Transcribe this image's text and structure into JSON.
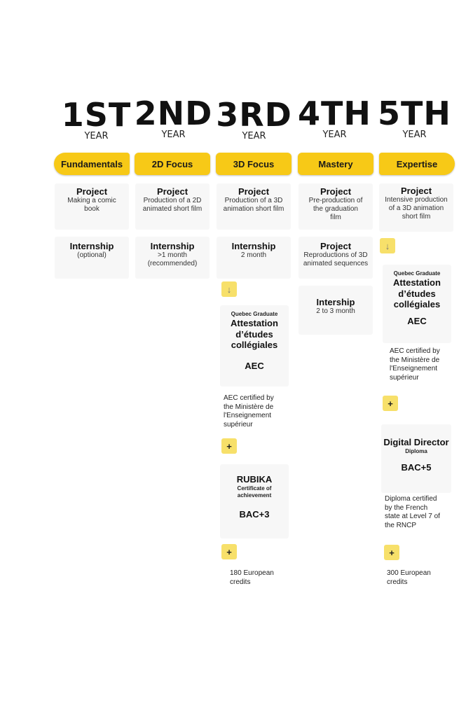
{
  "years": [
    {
      "num": "1ST",
      "label": "YEAR"
    },
    {
      "num": "2ND",
      "label": "YEAR"
    },
    {
      "num": "3RD",
      "label": "YEAR"
    },
    {
      "num": "4TH",
      "label": "YEAR"
    },
    {
      "num": "5TH",
      "label": "YEAR"
    }
  ],
  "bands": [
    "Fundamentals",
    "2D Focus",
    "3D Focus",
    "Mastery",
    "Expertise"
  ],
  "y1": {
    "project": {
      "title": "Project",
      "desc1": "Making a comic",
      "desc2": "book"
    },
    "internship": {
      "title": "Internship",
      "desc1": "(optional)"
    }
  },
  "y2": {
    "project": {
      "title": "Project",
      "desc1": "Production of a 2D",
      "desc2": "animated short film"
    },
    "internship": {
      "title": "Internship",
      "desc1": ">1 month",
      "desc2": "(recommended)"
    }
  },
  "y3": {
    "project": {
      "title": "Project",
      "desc1": "Production of a 3D",
      "desc2": "animation short film"
    },
    "internship": {
      "title": "Internship",
      "desc1": "2 month"
    },
    "aec": {
      "small": "Quebec Graduate",
      "line1": "Attestation",
      "line2": "d’études",
      "line3": "collégiales",
      "code": "AEC"
    },
    "aec_note": [
      "AEC certified by",
      "the Ministère de",
      "l'Enseignement",
      "supérieur"
    ],
    "rubika": {
      "title": "RUBIKA",
      "small1": "Certificate of",
      "small2": "achievement",
      "code": "BAC+3"
    },
    "credits": [
      "180 European",
      "credits"
    ]
  },
  "y4": {
    "project1": {
      "title": "Project",
      "desc1": "Pre-production of",
      "desc2": "the graduation",
      "desc3": "film"
    },
    "project2": {
      "title": "Project",
      "desc1": "Reproductions of 3D",
      "desc2": "animated sequences"
    },
    "internship": {
      "title": "Intership",
      "desc1": "2 to 3 month"
    }
  },
  "y5": {
    "project": {
      "title": "Project",
      "desc1": "Intensive production",
      "desc2": "of a 3D animation",
      "desc3": "short film"
    },
    "aec": {
      "small": "Quebec Graduate",
      "line1": "Attestation",
      "line2": "d’études",
      "line3": "collégiales",
      "code": "AEC"
    },
    "aec_note": [
      "AEC certified by",
      "the Ministère de",
      "l'Enseignement",
      "supérieur"
    ],
    "director": {
      "title": "Digital Director",
      "small": "Diploma",
      "code": "BAC+5"
    },
    "director_note": [
      "Diploma certified",
      "by the French",
      "state at Level 7 of",
      "the RNCP"
    ],
    "credits": [
      "300 European",
      "credits"
    ]
  },
  "icons": {
    "arrow": "↓",
    "plus": "+"
  },
  "colors": {
    "accent": "#f7c917",
    "badge": "#f7e06a",
    "card": "#f7f7f7"
  }
}
